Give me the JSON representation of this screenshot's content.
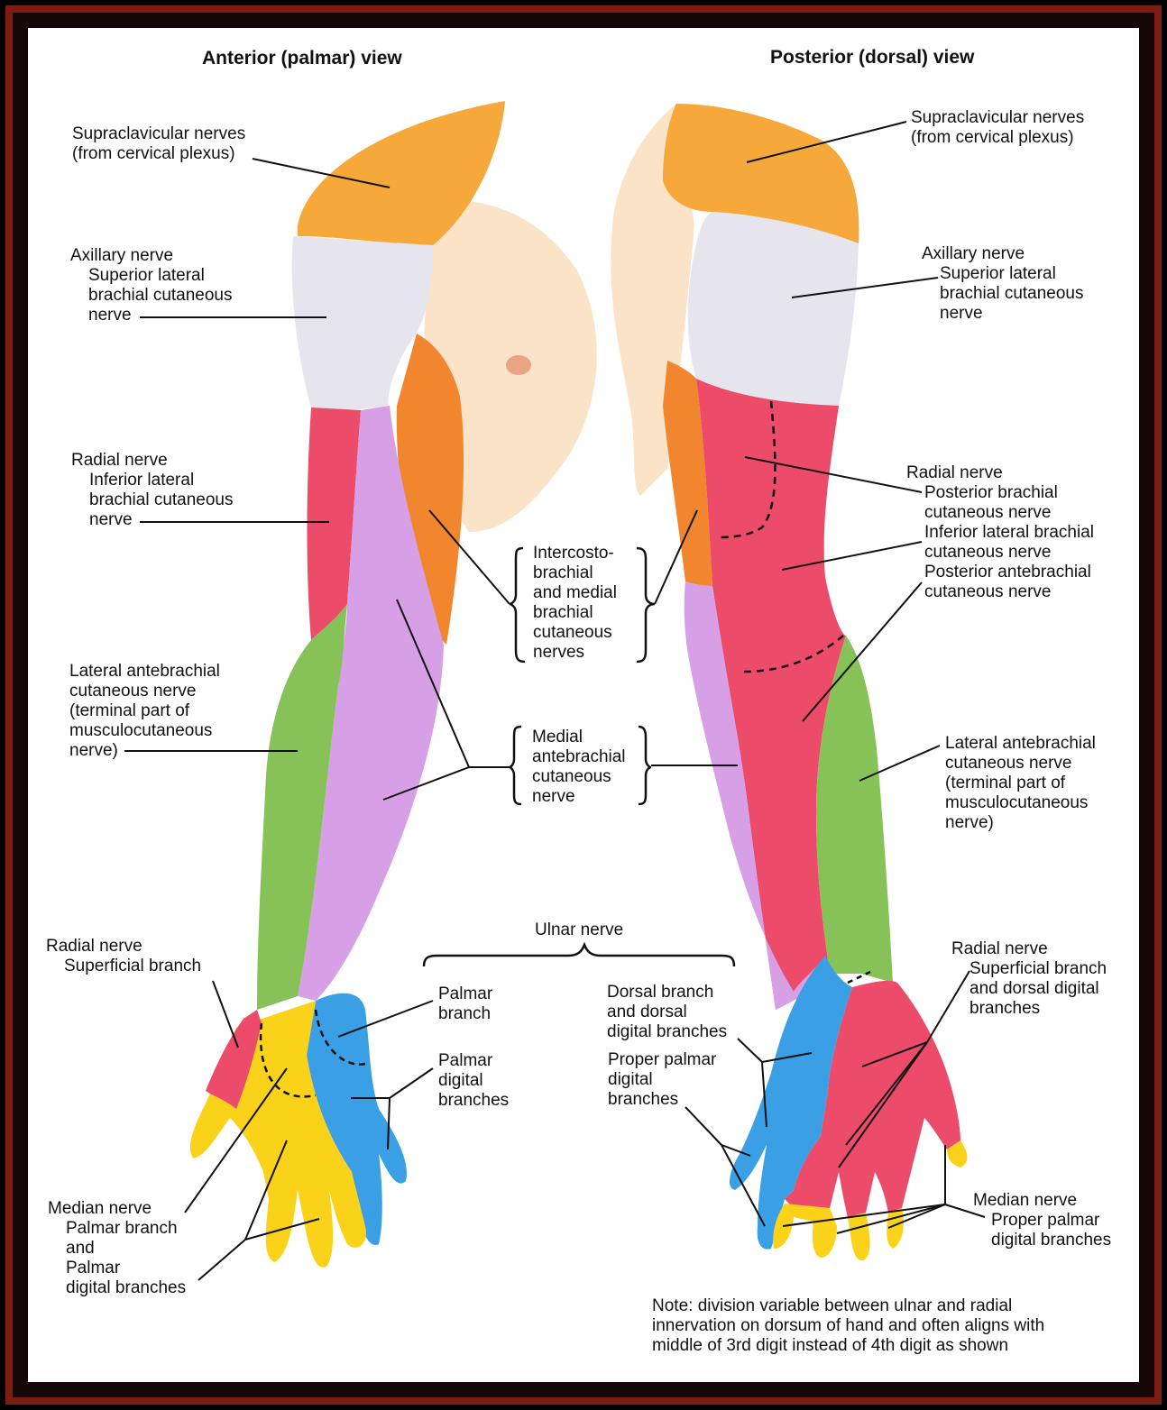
{
  "views": {
    "anterior_title": "Anterior (palmar) view",
    "posterior_title": "Posterior (dorsal) view"
  },
  "colors": {
    "supraclavicular": "#f6a93a",
    "axillary": "#e6e4ec",
    "radial": "#ec4b6a",
    "intercostobrachial": "#f2862f",
    "medial_antebrachial": "#d79fe6",
    "lateral_antebrachial": "#86c257",
    "median": "#fbd21a",
    "ulnar": "#3a9fe4",
    "skin": "#fbe3c8",
    "frame": "#7d1d12"
  },
  "labels": {
    "ant_supraclavicular": [
      "Supraclavicular nerves",
      "(from cervical plexus)"
    ],
    "ant_axillary": [
      "Axillary nerve",
      "Superior lateral",
      "brachial cutaneous",
      "nerve"
    ],
    "ant_radial": [
      "Radial nerve",
      "Inferior lateral",
      "brachial cutaneous",
      "nerve"
    ],
    "ant_lateral_antebrachial": [
      "Lateral antebrachial",
      "cutaneous nerve",
      "(terminal part of",
      "musculocutaneous",
      "nerve)"
    ],
    "ant_radial_superficial": [
      "Radial nerve",
      "Superficial branch"
    ],
    "ant_median": [
      "Median nerve",
      "Palmar branch",
      "and",
      "Palmar",
      "digital branches"
    ],
    "intercostobrachial": [
      "Intercosto-",
      "brachial",
      "and medial",
      "brachial",
      "cutaneous",
      "nerves"
    ],
    "medial_antebrachial": [
      "Medial",
      "antebrachial",
      "cutaneous",
      "nerve"
    ],
    "ulnar_nerve": "Ulnar nerve",
    "palmar_branch": [
      "Palmar",
      "branch"
    ],
    "palmar_digital": [
      "Palmar",
      "digital",
      "branches"
    ],
    "dorsal_branch": [
      "Dorsal branch",
      "and dorsal",
      "digital branches"
    ],
    "proper_palmar": [
      "Proper palmar",
      "digital",
      "branches"
    ],
    "post_supraclavicular": [
      "Supraclavicular nerves",
      "(from cervical plexus)"
    ],
    "post_axillary": [
      "Axillary nerve",
      "Superior lateral",
      "brachial cutaneous",
      "nerve"
    ],
    "post_radial": [
      "Radial nerve",
      "Posterior brachial",
      "cutaneous nerve",
      "Inferior lateral brachial",
      "cutaneous nerve",
      "Posterior antebrachial",
      "cutaneous nerve"
    ],
    "post_lateral_antebrachial": [
      "Lateral antebrachial",
      "cutaneous nerve",
      "(terminal part of",
      "musculocutaneous",
      "nerve)"
    ],
    "post_radial_superficial": [
      "Radial nerve",
      "Superficial branch",
      "and dorsal digital",
      "branches"
    ],
    "post_median": [
      "Median nerve",
      "Proper palmar",
      "digital branches"
    ],
    "note": [
      "Note: division variable between ulnar and radial",
      "innervation on dorsum of hand and often aligns with",
      "middle of 3rd digit instead of 4th digit as shown"
    ]
  }
}
